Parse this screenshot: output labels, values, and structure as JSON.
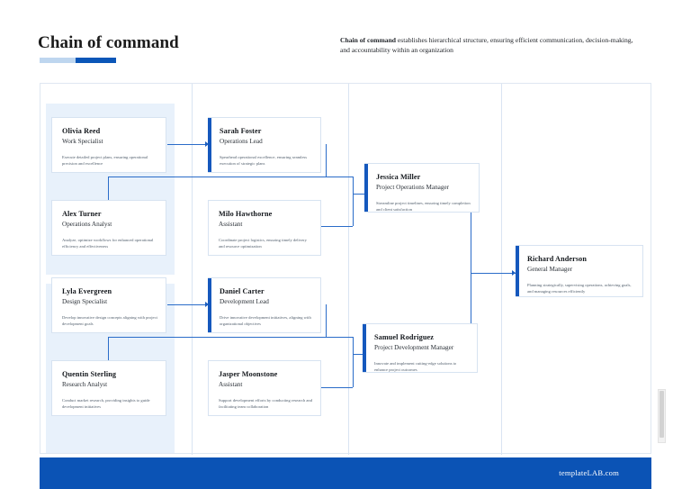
{
  "header": {
    "title": "Chain of command",
    "subtitle_bold": "Chain of command",
    "subtitle_rest": " establishes hierarchical structure, ensuring efficient communication, decision-making, and accountability within an organization"
  },
  "colors": {
    "accent_blue": "#0b53b5",
    "line_blue": "#2a6cc9",
    "band_tint": "#e8f1fb",
    "card_border": "#d7e3f1",
    "rule_light": "#bed6ef",
    "rule_dark": "#0b56b8"
  },
  "nodes": [
    {
      "id": "olivia",
      "name": "Olivia Reed",
      "role": "Work Specialist",
      "description": "Execute detailed project plans, ensuring operational precision and excellence",
      "accent": false
    },
    {
      "id": "alex",
      "name": "Alex Turner",
      "role": "Operations Analyst",
      "description": "Analyze, optimize workflows for enhanced operational efficiency and effectiveness",
      "accent": false
    },
    {
      "id": "lyla",
      "name": "Lyla Evergreen",
      "role": "Design Specialist",
      "description": "Develop innovative design concepts aligning with project development goals",
      "accent": false
    },
    {
      "id": "quentin",
      "name": "Quentin Sterling",
      "role": "Research Analyst",
      "description": "Conduct market research, providing insights to guide development initiatives",
      "accent": false
    },
    {
      "id": "sarah",
      "name": "Sarah Foster",
      "role": "Operations Lead",
      "description": "Spearhead operational excellence, ensuring seamless execution of strategic plans",
      "accent": true
    },
    {
      "id": "milo",
      "name": "Milo Hawthorne",
      "role": "Assistant",
      "description": "Coordinate project logistics, ensuring timely delivery and resource optimization",
      "accent": false
    },
    {
      "id": "daniel",
      "name": "Daniel Carter",
      "role": "Development Lead",
      "description": "Drive innovative development initiatives, aligning with organizational objectives",
      "accent": true
    },
    {
      "id": "jasper",
      "name": "Jasper Moonstone",
      "role": "Assistant",
      "description": "Support development efforts by conducting research and facilitating team collaboration",
      "accent": false
    },
    {
      "id": "jessica",
      "name": "Jessica Miller",
      "role": "Project Operations Manager",
      "description": "Streamline project timelines, ensuring timely completion and client satisfaction",
      "accent": true
    },
    {
      "id": "samuel",
      "name": "Samuel Rodriguez",
      "role": "Project Development Manager",
      "description": "Innovate and implement cutting-edge solutions to enhance project outcomes",
      "accent": true
    },
    {
      "id": "richard",
      "name": "Richard Anderson",
      "role": "General Manager",
      "description": "Planning strategically, supervising operations, achieving goals, and managing resources efficiently",
      "accent": true
    }
  ],
  "footer": {
    "brand": "templateLAB.com"
  }
}
